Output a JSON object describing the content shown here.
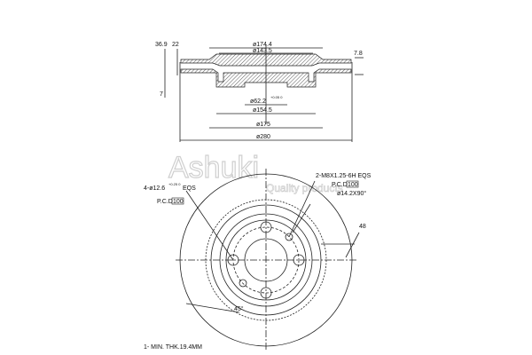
{
  "section_view": {
    "dims": {
      "d1": "36.9",
      "d2": "22",
      "d174": "ø174.4",
      "d143": "ø143.5",
      "thk": "7.8",
      "h7": "7",
      "d62": "ø62.2",
      "d62_tol": "+0.05 0",
      "d154": "ø154.5",
      "d175": "ø175",
      "d280": "ø280"
    }
  },
  "front_view": {
    "holes_label": "4-ø12.6",
    "holes_tol": "+0.25 0",
    "holes_eqs": "EQS",
    "pcd1_label": "P.C.D",
    "pcd1_value": "100",
    "thread_label": "2-M8X1.25-6H  EQS",
    "pcd2_label": "P.C.D",
    "pcd2_value": "100",
    "chamfer": "ø14.2X90°",
    "dim48": "48",
    "angle": "45°"
  },
  "watermark": {
    "brand": "Ashuki",
    "tagline": "Quality products"
  },
  "note": "1- MIN. THK.19.4MM"
}
